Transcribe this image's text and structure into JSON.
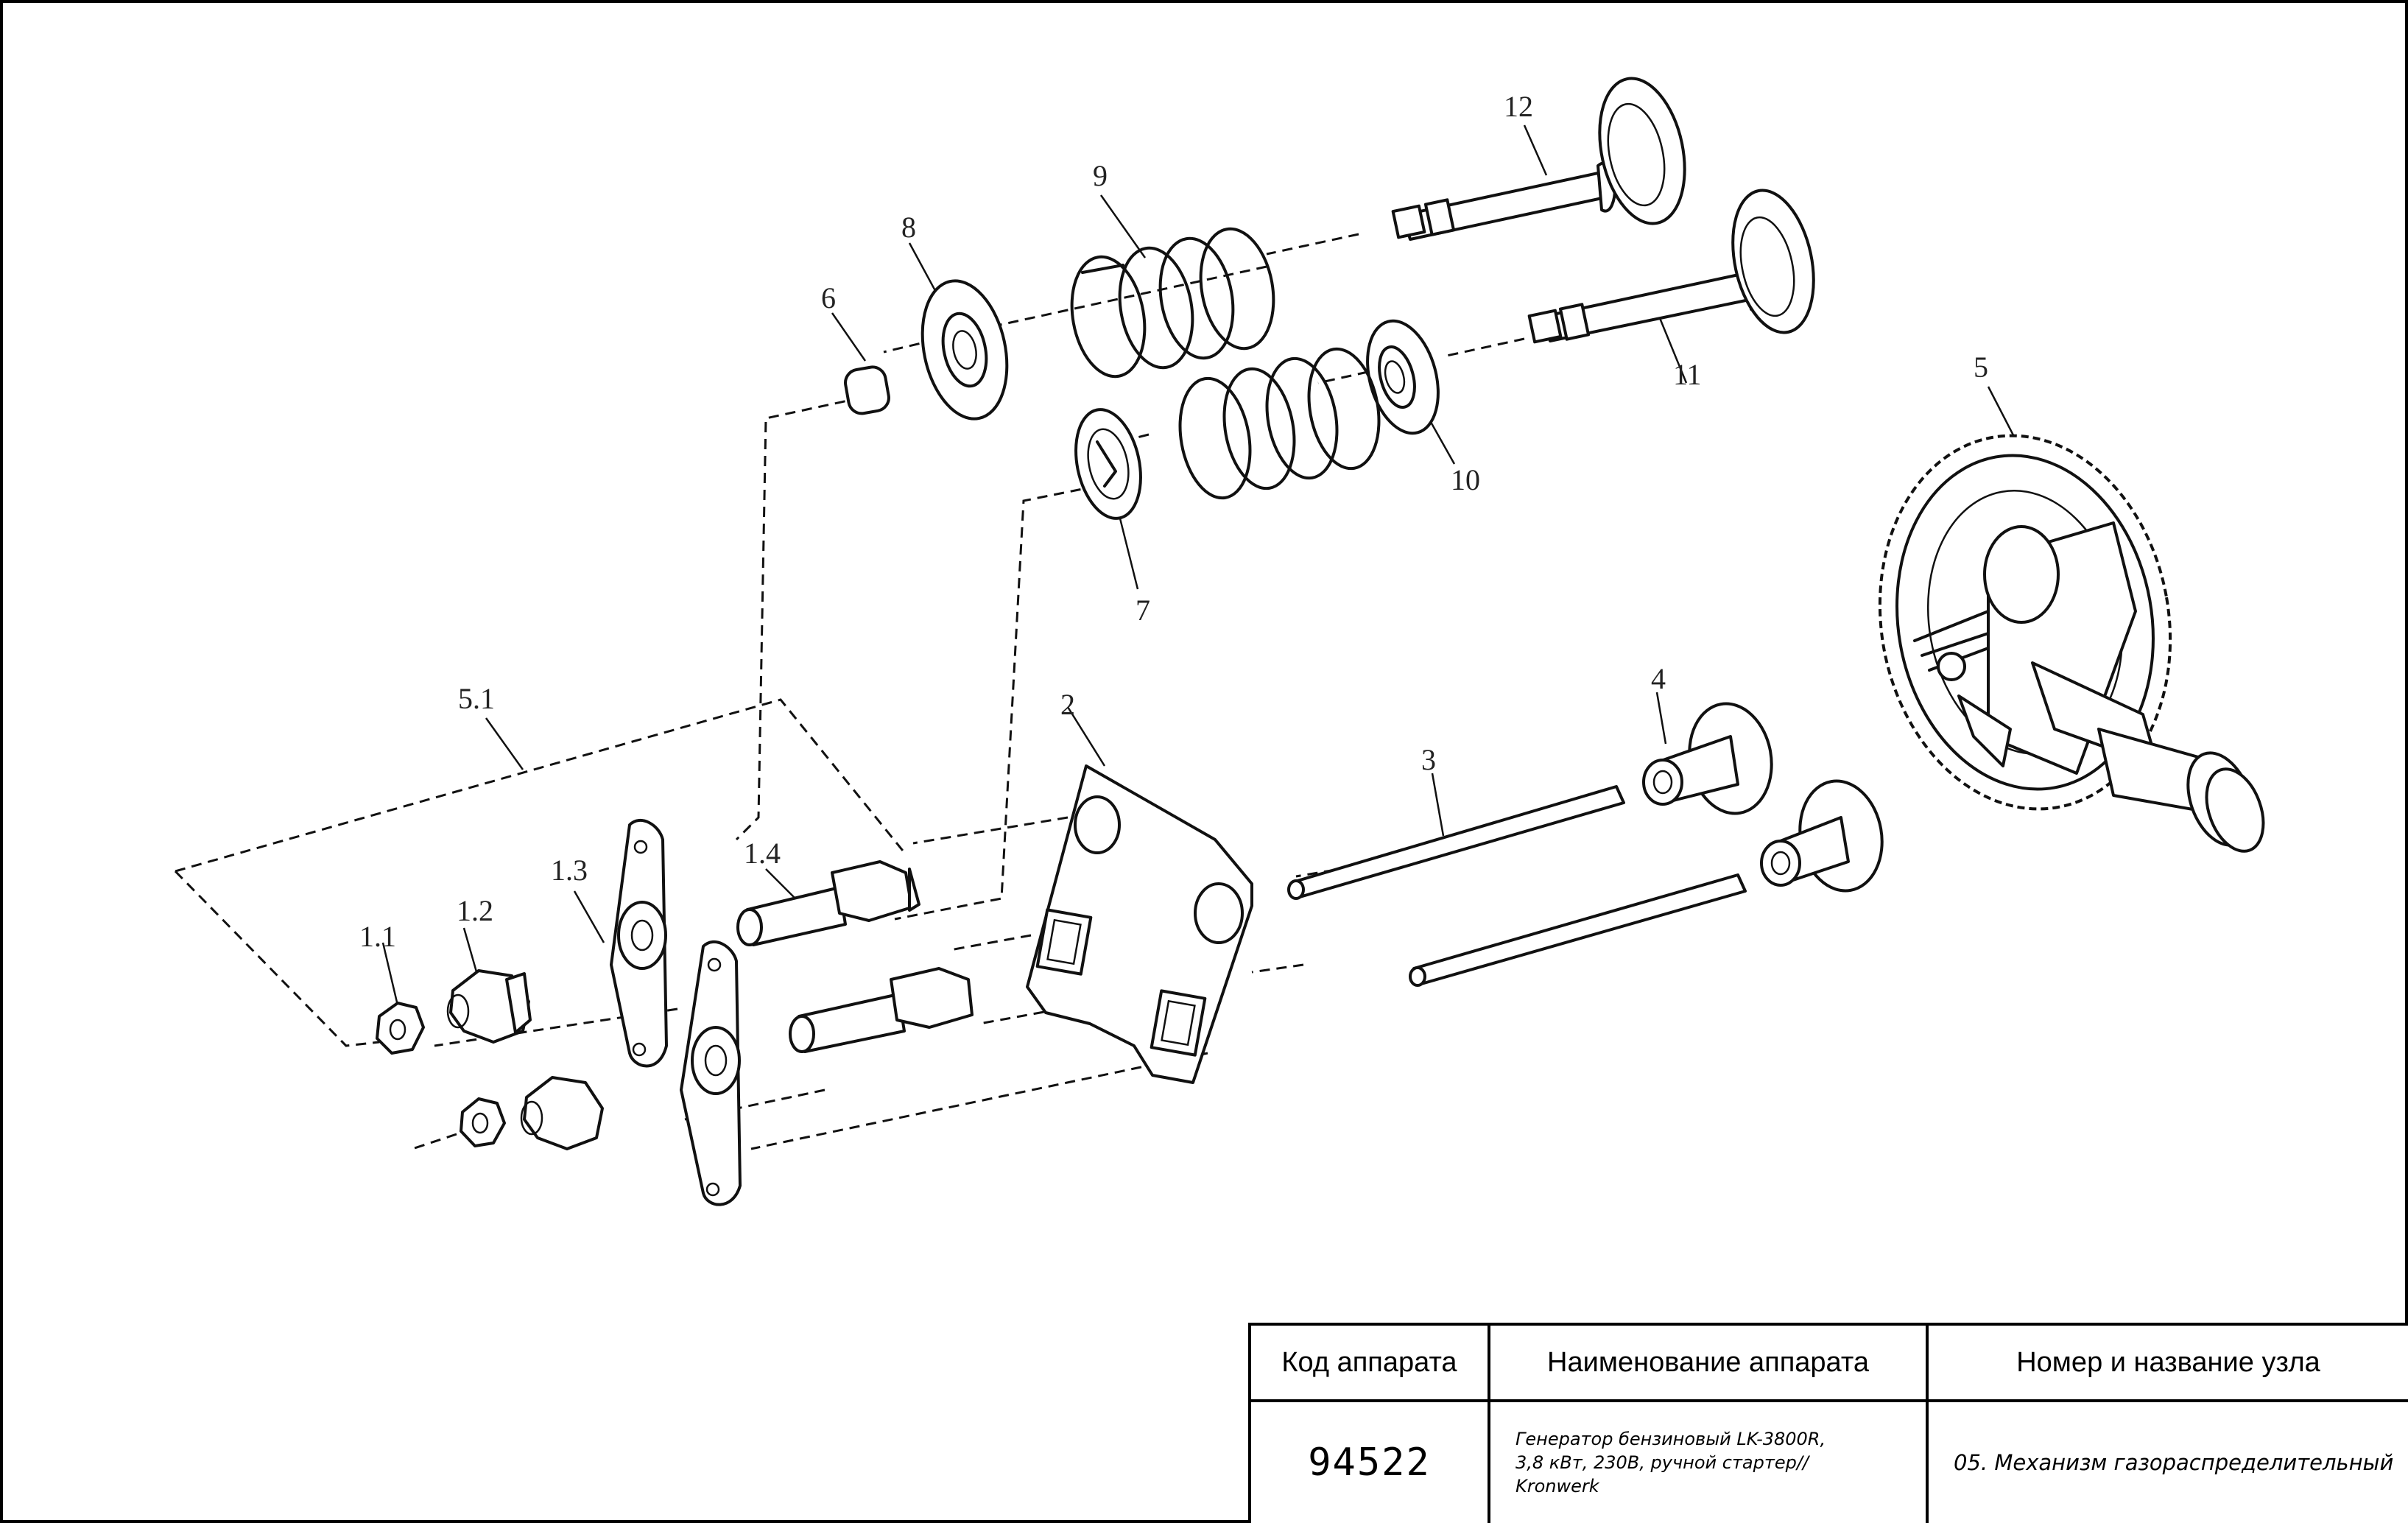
{
  "labels": {
    "p1_1": "1.1",
    "p1_2": "1.2",
    "p1_3": "1.3",
    "p1_4": "1.4",
    "p2": "2",
    "p3": "3",
    "p4": "4",
    "p5": "5",
    "p5_1": "5.1",
    "p6": "6",
    "p7": "7",
    "p8": "8",
    "p9": "9",
    "p10": "10",
    "p11": "11",
    "p12": "12"
  },
  "title_block": {
    "header_code": "Код аппарата",
    "header_name": "Наименование аппарата",
    "header_node": "Номер и название узла",
    "code": "94522",
    "name": "Генератор бензиновый LK-3800R,\n3,8 кВт, 230В, ручной стартер//\nKronwerk",
    "node": "05. Механизм газораспределительный"
  }
}
